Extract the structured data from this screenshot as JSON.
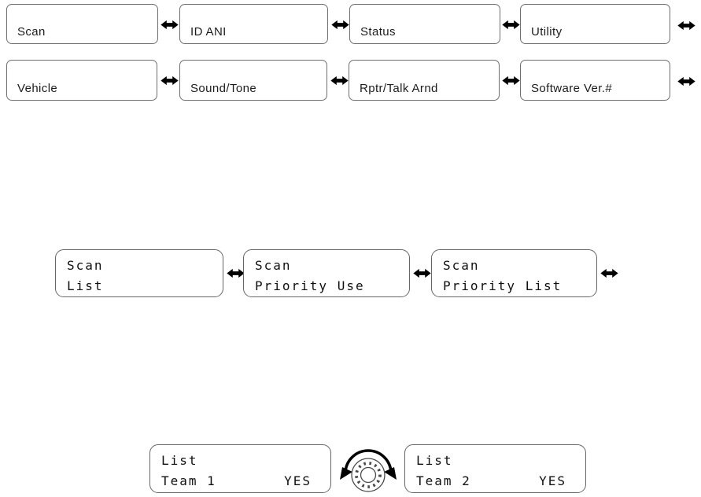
{
  "top_menu": {
    "row1": [
      "Scan",
      "ID ANI",
      "Status",
      "Utility"
    ],
    "row2": [
      "Vehicle",
      "Sound/Tone",
      "Rptr/Talk Arnd",
      "Software Ver.#"
    ]
  },
  "scan_row": [
    {
      "line1": "Scan",
      "line2": "List"
    },
    {
      "line1": "Scan",
      "line2": "Priority Use"
    },
    {
      "line1": "Scan",
      "line2": "Priority List"
    }
  ],
  "list_row": {
    "left": {
      "line1": "List",
      "item": "Team 1",
      "value": "YES"
    },
    "right": {
      "line1": "List",
      "item": "Team 2",
      "value": "YES"
    },
    "knob_icon": "rotary-knob-rotate-both-directions"
  },
  "colors": {
    "background": "#ffffff",
    "box_border": "#6f6f6f",
    "text": "#1c1c1c",
    "arrow": "#000000"
  }
}
